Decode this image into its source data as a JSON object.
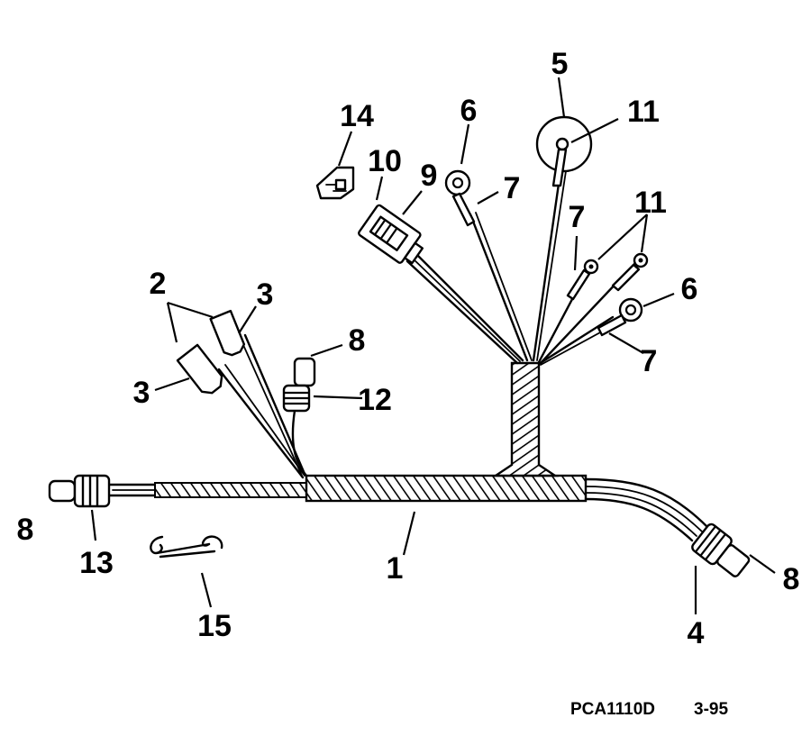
{
  "diagram": {
    "type": "exploded-parts-diagram",
    "callouts": [
      {
        "id": "c1",
        "label": "1"
      },
      {
        "id": "c2",
        "label": "2"
      },
      {
        "id": "c3a",
        "label": "3"
      },
      {
        "id": "c3b",
        "label": "3"
      },
      {
        "id": "c4",
        "label": "4"
      },
      {
        "id": "c5",
        "label": "5"
      },
      {
        "id": "c6a",
        "label": "6"
      },
      {
        "id": "c6b",
        "label": "6"
      },
      {
        "id": "c7a",
        "label": "7"
      },
      {
        "id": "c7b",
        "label": "7"
      },
      {
        "id": "c7c",
        "label": "7"
      },
      {
        "id": "c8a",
        "label": "8"
      },
      {
        "id": "c8b",
        "label": "8"
      },
      {
        "id": "c8c",
        "label": "8"
      },
      {
        "id": "c9",
        "label": "9"
      },
      {
        "id": "c10",
        "label": "10"
      },
      {
        "id": "c11a",
        "label": "11"
      },
      {
        "id": "c11b",
        "label": "11"
      },
      {
        "id": "c12",
        "label": "12"
      },
      {
        "id": "c13",
        "label": "13"
      },
      {
        "id": "c14",
        "label": "14"
      },
      {
        "id": "c15",
        "label": "15"
      }
    ],
    "footer": {
      "part_code": "PCA1110D",
      "date": "3-95"
    }
  }
}
